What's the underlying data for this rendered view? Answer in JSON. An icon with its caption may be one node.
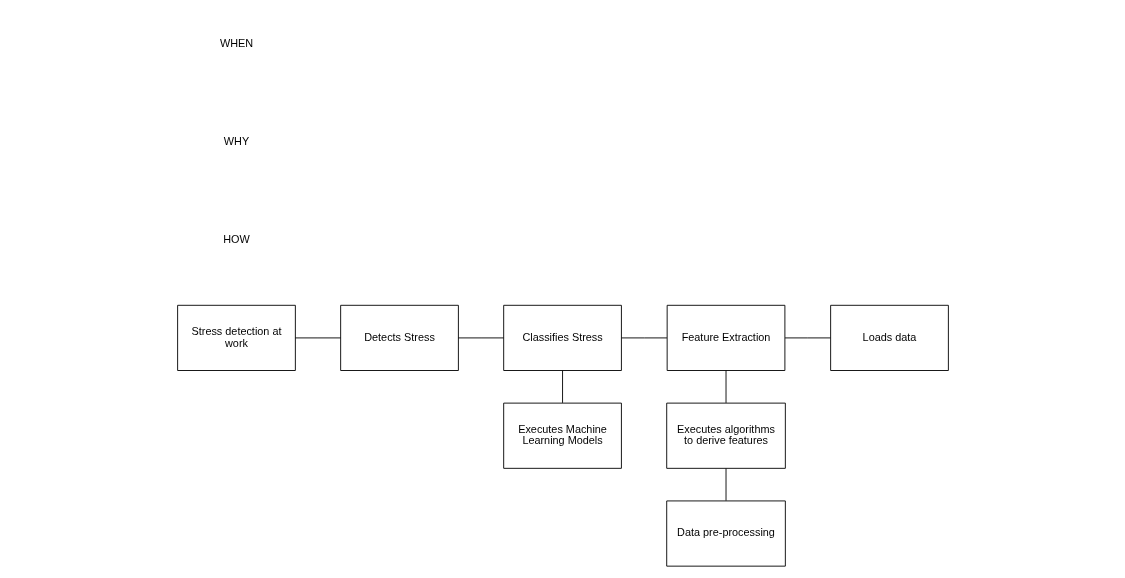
{
  "diagram": {
    "nodes": [
      {
        "text": [
          "Stress detection at work"
        ]
      },
      {
        "text": [
          "Detects Stress"
        ]
      },
      {
        "text": [
          "Classifies Stress"
        ]
      },
      {
        "text": [
          "Feature Extraction"
        ]
      },
      {
        "text": [
          "Loads data"
        ]
      },
      {
        "text": [
          "Executes Machine Learning Models"
        ]
      },
      {
        "text": [
          "Executes algorithms to derive features"
        ]
      },
      {
        "text": [
          "Data pre-processing"
        ]
      }
    ],
    "edges": [
      {
        "from": 0,
        "to": 1,
        "arrow": "none"
      },
      {
        "from": 1,
        "to": 2,
        "arrow": "none"
      },
      {
        "from": 2,
        "to": 3,
        "arrow": "none"
      },
      {
        "from": 3,
        "to": 4,
        "arrow": "none"
      },
      {
        "from": 2,
        "to": 5,
        "arrow": "none"
      },
      {
        "from": 3,
        "to": 6,
        "arrow": "none"
      },
      {
        "from": 6,
        "to": 7,
        "arrow": "none"
      }
    ],
    "labels": [
      "HOW",
      "WHY",
      "WHEN"
    ]
  }
}
